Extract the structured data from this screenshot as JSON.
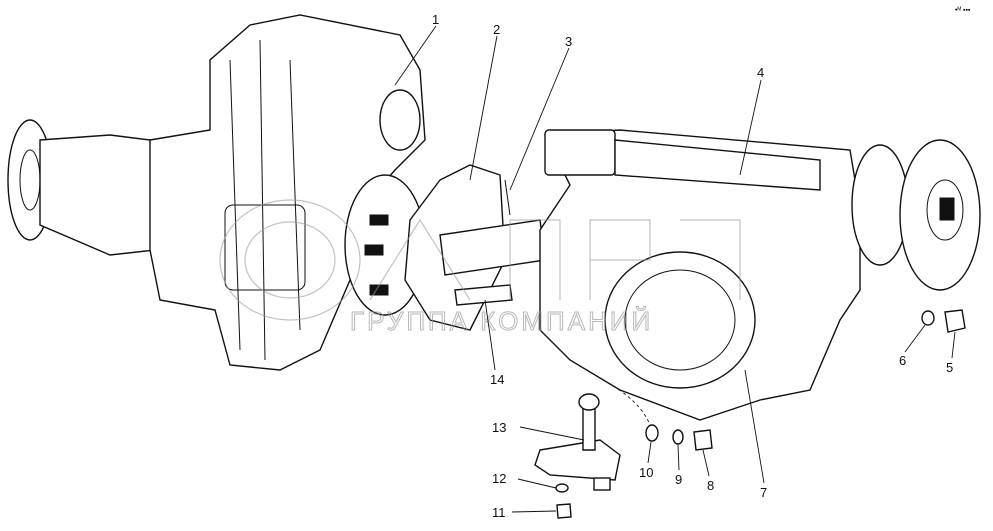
{
  "corner_mark": "•ᴹ ▪▪▪",
  "watermark": {
    "text": "ГРУППА КОМПАНИЙ"
  },
  "callouts": [
    {
      "label": "1"
    },
    {
      "label": "2"
    },
    {
      "label": "3"
    },
    {
      "label": "4"
    },
    {
      "label": "5"
    },
    {
      "label": "6"
    },
    {
      "label": "7"
    },
    {
      "label": "8"
    },
    {
      "label": "9"
    },
    {
      "label": "10"
    },
    {
      "label": "11"
    },
    {
      "label": "12"
    },
    {
      "label": "13"
    },
    {
      "label": "14"
    }
  ]
}
